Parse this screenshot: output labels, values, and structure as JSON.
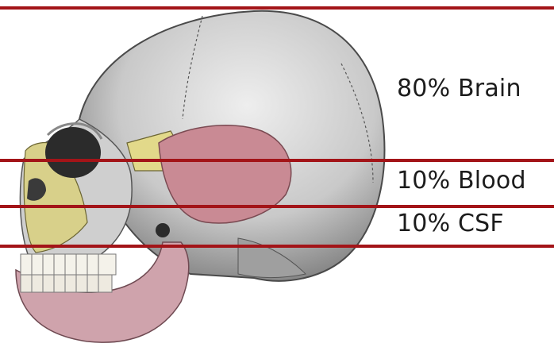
{
  "figure": {
    "illustration": "skull-lateral-view",
    "line_color": "#a31418",
    "compartments": [
      {
        "label": "80% Brain"
      },
      {
        "label": "10% Blood"
      },
      {
        "label": "10% CSF"
      }
    ]
  }
}
